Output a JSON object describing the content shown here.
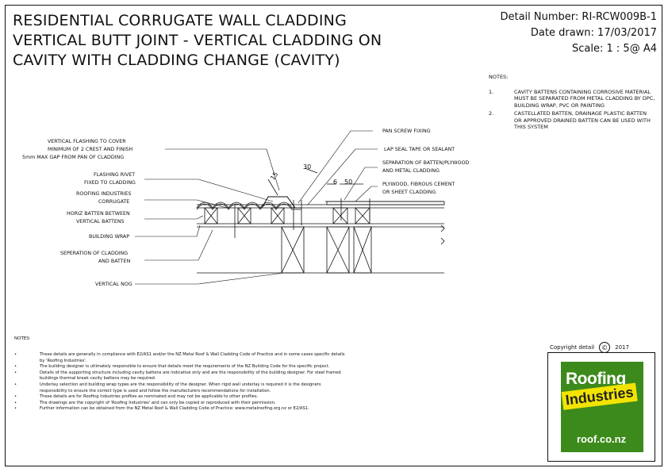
{
  "title_lines": [
    "RESIDENTIAL CORRUGATE WALL CLADDING",
    "VERTICAL BUTT JOINT - VERTICAL CLADDING ON",
    "CAVITY WITH CLADDING CHANGE (CAVITY)"
  ],
  "meta": {
    "detail_number": "Detail Number:  RI-RCW009B-1",
    "date_drawn": "Date drawn:  17/03/2017",
    "scale": "Scale:    1 : 5@ A4"
  },
  "right_notes": {
    "heading": "NOTES:",
    "items": [
      {
        "num": "1.",
        "text": "CAVITY BATTENS CONTAINING CORROSIVE MATERIAL MUST BE SEPARATED FROM METAL CLADDING BY DPC, BUILDING WRAP, PVC OR PAINTING"
      },
      {
        "num": "2.",
        "text": "CASTELLATED BATTEN, DRAINAGE PLASTIC BATTEN OR APPROVED DRAINED BATTEN CAN BE USED WITH THIS SYSTEM"
      }
    ]
  },
  "labels": {
    "vertical_flashing_1": "VERTICAL FLASHING TO COVER",
    "vertical_flashing_2": "MINIMUM OF 2 CREST AND FINISH",
    "vertical_flashing_3": "5mm MAX GAP FROM PAN OF CLADDING",
    "flashing_rivet_1": "FLASHING RIVET",
    "flashing_rivet_2": "FIXED TO CLADDING",
    "roofing_corrugate_1": "ROOFING INDUSTRIES",
    "roofing_corrugate_2": "CORRUGATE",
    "horiz_batten_1": "HORIZ BATTEN BETWEEN",
    "horiz_batten_2": "VERTICAL BATTENS",
    "building_wrap": "BUILDING WRAP",
    "separation_1": "SEPERATION OF CLADDING",
    "separation_2": "AND BATTEN",
    "vertical_nog": "VERTICAL NOG",
    "pan_screw": "PAN SCREW FIXING",
    "lap_seal": "LAP SEAL TAPE OR SEALANT",
    "sep_batten_1": "SEPARATION OF BATTEN/PLYWOOD",
    "sep_batten_2": "AND METAL CLADDING",
    "plywood_1": "PLYWOOD, FIBROUS CEMENT",
    "plywood_2": "OR SHEET CLADDING",
    "dim_30": "30",
    "dim_15": "15",
    "dim_6": "6",
    "dim_50": "50"
  },
  "left_notes": {
    "heading": "NOTES:",
    "items": [
      "These details are generally in compliance with E2/AS1 and/or the NZ Metal Roof & Wall Cladding Code of Practice and in some cases specific details by 'Roofing Industries'.",
      "The building designer is ultimately responsible to ensure that details meet the requirements of the NZ Building Code for the specific project.",
      "Details of the supporting structure including cavity battens are indicative only and are the responsibility of the building designer. For steel framed buildings thermal break cavity battens may be required.",
      "Underlay selection and building wrap types are the responsibility of the designer. When rigid wall underlay is required it is the designers responsibility to ensure the correct type is used and follow the manufacturers recommendations for installation.",
      "These details are for Roofing Industries profiles as nominated and may not be applicable to other profiles.",
      "The drawings are the copyright of 'Roofing Industries' and can only be copied or reproduced with their permission.",
      "Further information can be obtained from the NZ Metal Roof & Wall Cladding Code of Practice: www.metalroofing.org.nz or E2/AS1."
    ]
  },
  "copyright": {
    "label": "Copyright detail",
    "symbol": "©",
    "year": "2017"
  },
  "logo": {
    "line1": "Roofing",
    "line2": "Industries",
    "url": "roof.co.nz",
    "green": "#3d8a1c",
    "yellow": "#f2e400"
  }
}
